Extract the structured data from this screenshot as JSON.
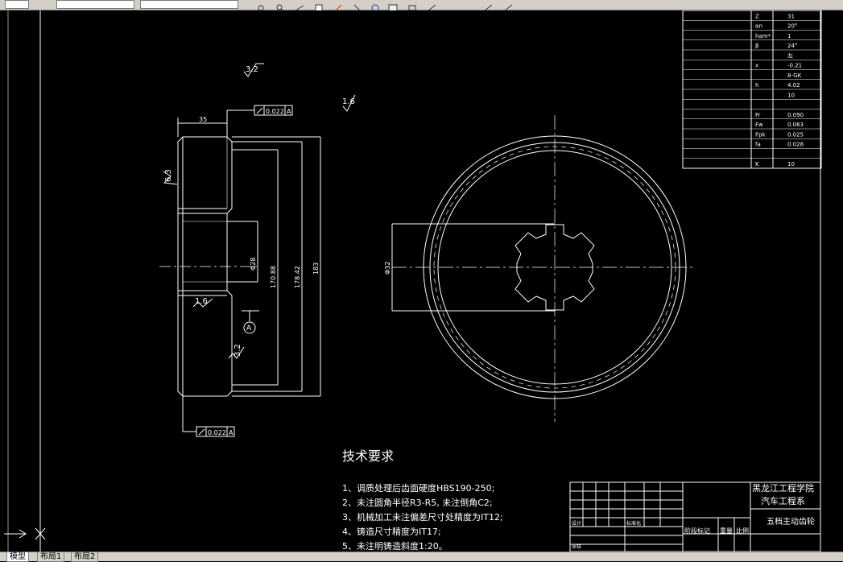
{
  "toolbar": {
    "combo1_value": "",
    "combo2_value": "",
    "combo3_value": ""
  },
  "layout_tabs": [
    "模型",
    "布局1",
    "布局2"
  ],
  "drawing": {
    "title_block": {
      "school": "黑龙江工程学院",
      "department": "汽车工程系",
      "part_name": "五档主动齿轮",
      "cells": [
        "设计",
        "标准化",
        "审核",
        "阶段标记",
        "重量",
        "比例"
      ]
    },
    "tech_title": "技术要求",
    "tech_requirements": [
      "1、调质处理后齿面硬度HBS190-250;",
      "2、未注圆角半径R3-R5, 未注倒角C2;",
      "3、机械加工未注偏差尺寸处精度为IT12;",
      "4、铸造尺寸精度为IT17;",
      "5、未注明铸造斜度1:20。"
    ],
    "dimensions": {
      "width": "35",
      "tolerance_top": "0.022",
      "tolerance_bottom": "0.022",
      "datum": "A",
      "bore_dia": "Φ28",
      "dia_1": "170.88",
      "dia_2": "178.42",
      "dia_3": "183",
      "spline_dia": "Φ32",
      "rough_1": "3.2",
      "rough_2": "1.6",
      "rough_3": "6.3",
      "rough_4": "1.6",
      "rough_5": "3.2"
    },
    "param_table": [
      [
        "",
        "Z",
        "31"
      ],
      [
        "",
        "αn",
        "20°"
      ],
      [
        "",
        "ham*",
        "1"
      ],
      [
        "",
        "β",
        "24°"
      ],
      [
        "",
        "",
        "左"
      ],
      [
        "",
        "x",
        "-0.21"
      ],
      [
        "",
        "",
        "8-GK"
      ],
      [
        "",
        "h",
        "4.02"
      ],
      [
        "",
        "",
        "10"
      ],
      [
        "",
        "",
        ""
      ],
      [
        "",
        "Fr",
        "0.090"
      ],
      [
        "",
        "Fw",
        "0.063"
      ],
      [
        "",
        "Fpk",
        "0.025"
      ],
      [
        "",
        "fa",
        "0.028"
      ],
      [
        "",
        "",
        ""
      ],
      [
        "",
        "K",
        "10"
      ]
    ]
  },
  "colors": {
    "background": "#000000",
    "lines": "#ffffff",
    "toolbar": "#d4d0c8"
  }
}
